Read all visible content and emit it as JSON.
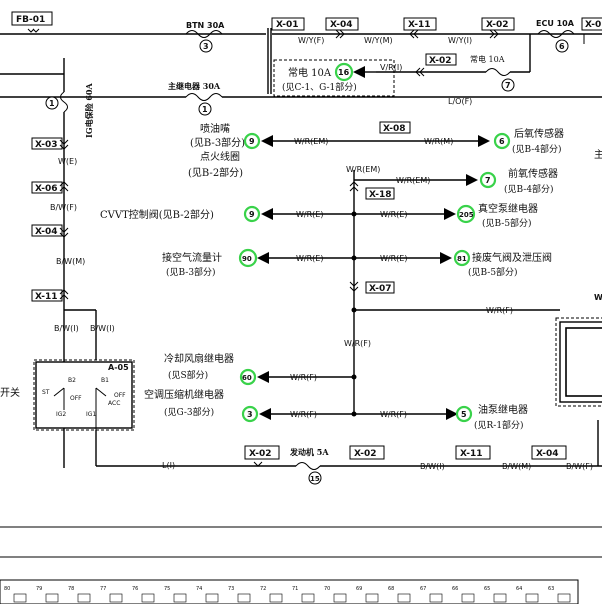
{
  "connectors": {
    "fb01": "FB-01",
    "x01": "X-01",
    "x04a": "X-04",
    "x11a": "X-11",
    "x02a": "X-02",
    "x0": "X-0",
    "x02b": "X-02",
    "x08": "X-08",
    "x18": "X-18",
    "x07": "X-07",
    "x03": "X-03",
    "x06": "X-06",
    "x04b": "X-04",
    "x11b": "X-11",
    "x02c": "X-02",
    "x02d": "X-02",
    "x11c": "X-11",
    "x04c": "X-04",
    "a05": "A-05"
  },
  "fuses": {
    "btn": "BTN 30A",
    "ecu": "ECU 10A",
    "relay30": "主继电器 30A",
    "ig60": "IG电保险 60A",
    "always10": "常电 10A",
    "engine5": "发动机 5A"
  },
  "numbers": {
    "n3": "3",
    "n6": "6",
    "n1": "1",
    "n7": "7",
    "n16": "16",
    "n1b": "1",
    "n9a": "9",
    "n6b": "6",
    "n7b": "7",
    "n9b": "9",
    "n205": "205",
    "n90": "90",
    "n81": "81",
    "n60": "60",
    "n3b": "3",
    "n5": "5",
    "n15": "15"
  },
  "wires": {
    "wyf": "W/Y(F)",
    "wym": "W/Y(M)",
    "wyi": "W/Y(I)",
    "vri": "V/R(I)",
    "lof": "L/O(F)",
    "wrem1": "W/R(EM)",
    "wrm": "W/R(M)",
    "wrem2": "W/R(EM)",
    "wrem3": "W/R(EM)",
    "wre1": "W/R(E)",
    "wre2": "W/R(E)",
    "wre3": "W/R(E)",
    "wre4": "W/R(E)",
    "wrf1": "W/R(F)",
    "wrf2": "W/R(F)",
    "wrf3": "W/R(F)",
    "wrf4": "W/R(F)",
    "we": "W(E)",
    "bwf": "B/W(F)",
    "bwm": "B/W(M)",
    "bwi1": "B/W(I)",
    "bwi2": "B/W(I)",
    "li": "L(I)",
    "bwi3": "B/W(I)",
    "bwm2": "B/W(M)",
    "bwf2": "B/W(F)",
    "w": "W"
  },
  "labels": {
    "always_10a": "常电 10A",
    "see_c1_g1": "(见C-1、G-1部分)",
    "injector": "喷油嘴",
    "see_b3a": "(见B-3部分)",
    "ignition_coil": "点火线圈",
    "see_b2a": "(见B-2部分)",
    "rear_o2": "后氧传感器",
    "see_b4a": "(见B-4部分)",
    "front_o2": "前氧传感器",
    "see_b4b": "(见B-4部分)",
    "cvvt": "CVVT控制阀(见B-2部分)",
    "vacuum_pump": "真空泵继电器",
    "see_b5a": "(见B-5部分)",
    "airflow": "接空气流量计",
    "see_b3b": "(见B-3部分)",
    "egr": "接废气阀及泄压阀",
    "see_b5b": "(见B-5部分)",
    "fan_relay": "冷却风扇继电器",
    "see_s": "(见S部分)",
    "ac_relay": "空调压缩机继电器",
    "see_g3": "(见G-3部分)",
    "fuel_relay": "油泵继电器",
    "see_r1": "(见R-1部分)",
    "switch": "开关",
    "edge_char": "主"
  },
  "switch_terms": {
    "st": "ST",
    "b2": "B2",
    "b1": "B1",
    "off1": "OFF",
    "off2": "OFF",
    "acc": "ACC",
    "ig2": "IG2",
    "ig1": "IG1"
  },
  "bottom_numbers": [
    "80",
    "79",
    "78",
    "77",
    "76",
    "75",
    "74",
    "73",
    "72",
    "71",
    "70",
    "69",
    "68",
    "67",
    "66",
    "65",
    "64",
    "63"
  ]
}
